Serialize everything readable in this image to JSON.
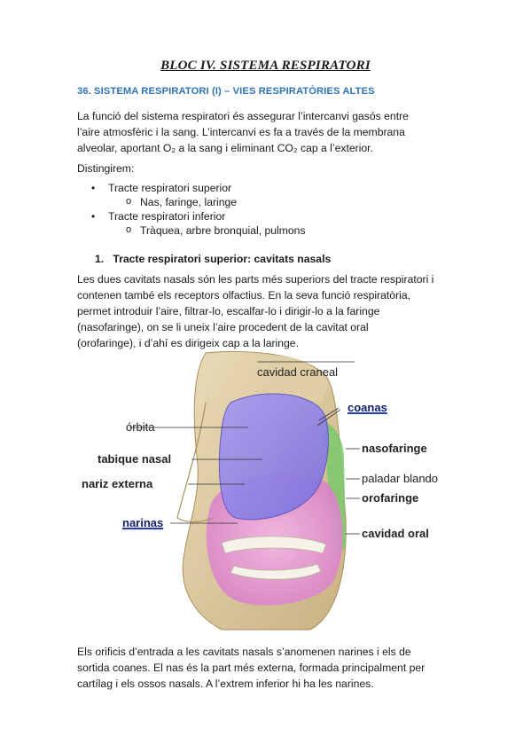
{
  "page": {
    "title": "BLOC IV. SISTEMA RESPIRATORI",
    "section_heading": "36. SISTEMA RESPIRATORI (I) – VIES RESPIRATÒRIES ALTES",
    "intro_lines": [
      "La funció del sistema respiratori és assegurar l’intercanvi gasós entre",
      "l’aire atmosfèric i la sang. L’intercanvi es fa a través de la membrana",
      "alveolar, aportant O₂ a la sang i eliminant CO₂ cap a l’exterior."
    ],
    "distinguirem": "Distingirem:",
    "bullets": [
      {
        "label": "Tracte respiratori superior",
        "sub": "Nas, faringe, laringe"
      },
      {
        "label": "Tracte respiratori inferior",
        "sub": "Tràquea, arbre bronquial, pulmons"
      }
    ],
    "subsection": {
      "number": "1.",
      "title": "Tracte respiratori superior: cavitats nasals"
    },
    "body_lines": [
      "Les dues cavitats nasals són les parts més superiors del tracte respiratori i",
      "contenen també els receptors olfactius. En la seva funció respiratòria,",
      "permet introduir l’aire, filtrar-lo, escalfar-lo i dirigir-lo a la faringe",
      "(nasofaringe), on se li uneix l’aire procedent de la cavitat oral",
      "(orofaringe), i d’ahí es dirigeix cap a la laringe."
    ],
    "figure_labels": {
      "cavidad_craneal": "cavidad craneal",
      "coanas": "coanas",
      "orbita": "órbita",
      "nasofaringe": "nasofaringe",
      "tabique_nasal": "tabique nasal",
      "paladar_blando": "paladar blando",
      "nariz_externa": "nariz externa",
      "orofaringe": "orofaringe",
      "narinas": "narinas",
      "cavidad_oral": "cavidad oral"
    },
    "closing_lines": [
      "Els orificis d’entrada a les cavitats nasals s’anomenen narines i els de",
      "sortida coanes. El nas és la part més externa, formada principalment per",
      "cartílag i els ossos nasals. A l’extrem inferior hi ha les narines."
    ],
    "colors": {
      "heading_blue": "#2e74b5",
      "nasal_purple": "#8c7fe6",
      "oral_pink": "#e58fd4",
      "pharynx_green": "#7bc86c",
      "bone": "#d9c7a0"
    }
  }
}
